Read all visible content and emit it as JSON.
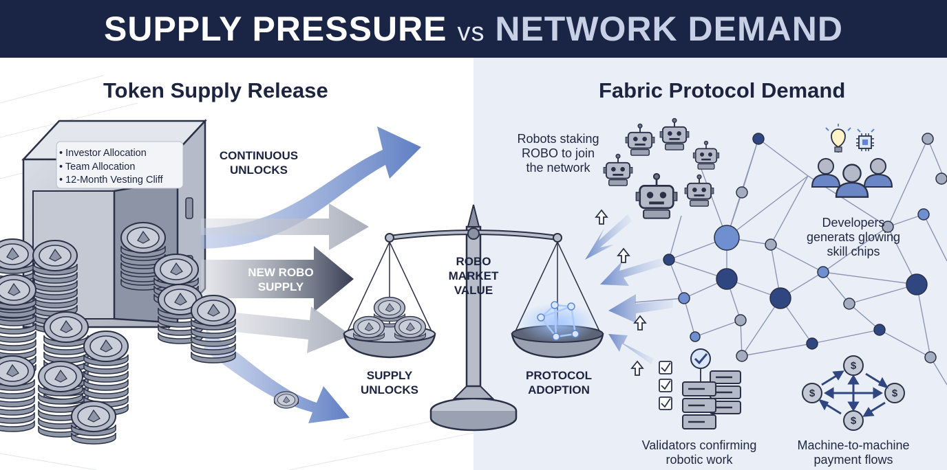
{
  "title": {
    "left": "SUPPLY PRESSURE",
    "vs": "vs",
    "right": "NETWORK DEMAND"
  },
  "left_panel": {
    "heading": "Token Supply Release",
    "vault_items": [
      "Investor Allocation",
      "Team Allocation",
      "12-Month Vesting Cliff"
    ],
    "continuous_unlocks": [
      "CONTINUOUS",
      "UNLOCKS"
    ],
    "new_supply": [
      "NEW ROBO",
      "SUPPLY"
    ]
  },
  "scale": {
    "center": [
      "ROBO",
      "MARKET",
      "VALUE"
    ],
    "left_pan": [
      "SUPPLY",
      "UNLOCKS"
    ],
    "right_pan": [
      "PROTOCOL",
      "ADOPTION"
    ]
  },
  "right_panel": {
    "heading": "Fabric Protocol Demand",
    "robots": [
      "Robots staking",
      "ROBO to join",
      "the network"
    ],
    "developers": [
      "Developers",
      "generats glowing",
      "skill chips"
    ],
    "validators": [
      "Validators confirming",
      "robotic work"
    ],
    "payments": [
      "Machine-to-machine",
      "payment flows"
    ]
  },
  "colors": {
    "header_bg": "#1a2444",
    "text": "#1c2440",
    "arrow_blue": "#6d88c6",
    "arrow_gray": "#b3b8c4",
    "arrow_dark": "#3b4258",
    "node": "#2f4680",
    "right_panel_bg": "#eaeff7"
  },
  "icons": [
    "vault-icon",
    "coin-stack-icon",
    "robot-icon",
    "developer-icon",
    "lightbulb-icon",
    "chip-icon",
    "checkmark-icon",
    "server-icon",
    "dollar-coin-icon",
    "network-node-icon"
  ]
}
